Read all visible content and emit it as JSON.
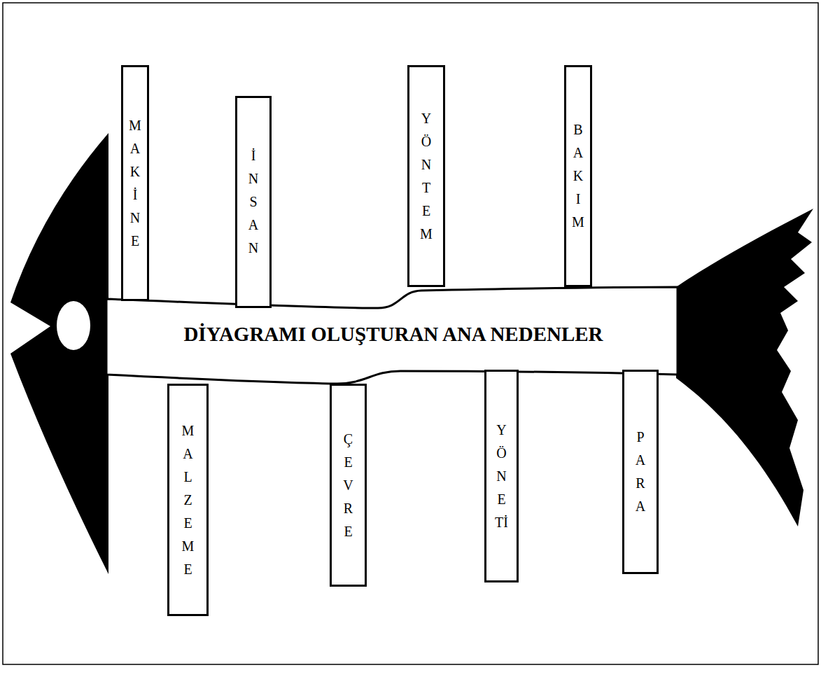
{
  "diagram": {
    "nodes": [
      {
        "text": [
          "MAKİNE"
        ]
      },
      {
        "text": [
          "İNSAN"
        ]
      },
      {
        "text": [
          "YÖNTEM"
        ]
      },
      {
        "text": [
          "BAKIM"
        ]
      },
      {
        "text": [
          "DİYAGRAMI OLUŞTURAN ANA NEDENLER"
        ]
      },
      {
        "text": [
          "MALZEME"
        ]
      },
      {
        "text": [
          "ÇEVRE"
        ]
      },
      {
        "text": [
          "YÖNETİ"
        ]
      },
      {
        "text": [
          "PARA"
        ]
      }
    ]
  }
}
